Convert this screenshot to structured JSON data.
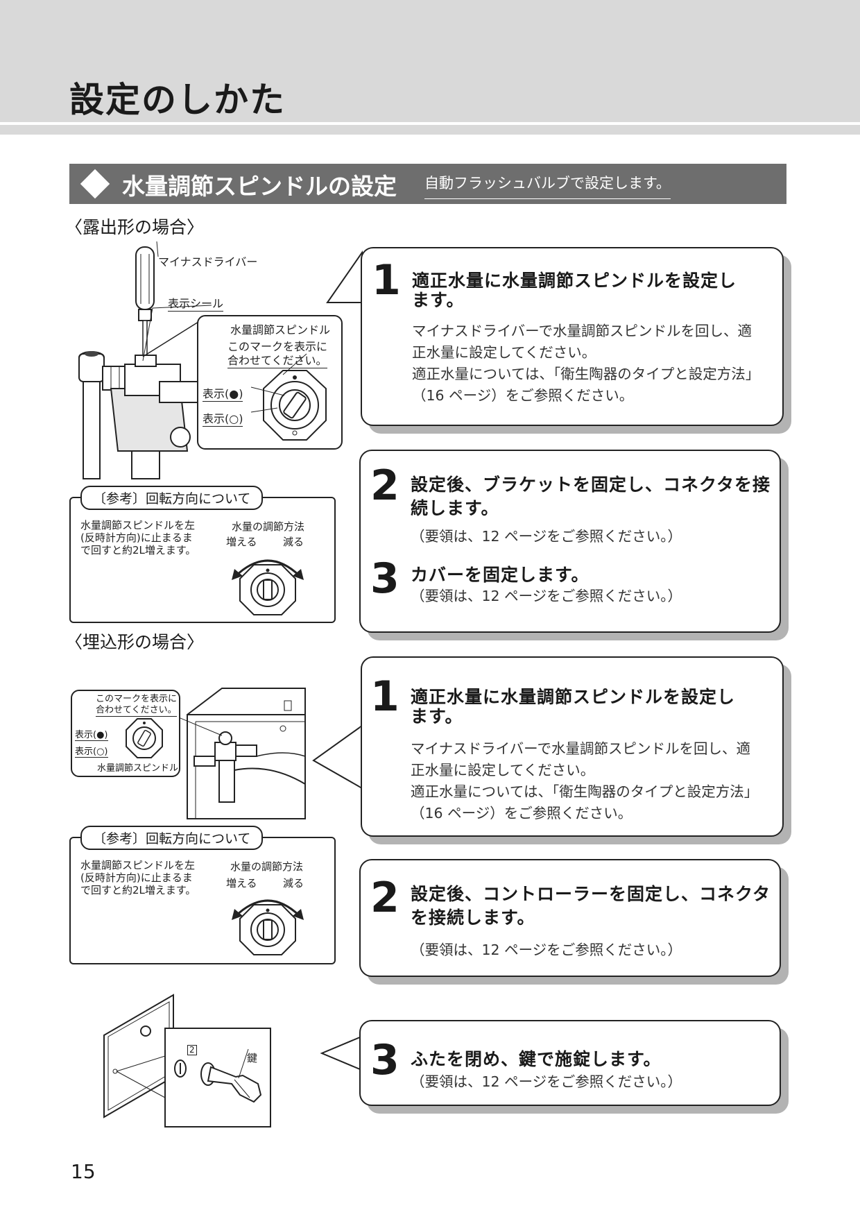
{
  "header": {
    "title": "設定のしかた"
  },
  "section": {
    "title": "水量調節スピンドルの設定",
    "note": "自動フラッシュバルブで設定します。"
  },
  "exposed": {
    "heading": "〈露出形の場合〉",
    "figure": {
      "driver": "マイナスドライバー",
      "seal": "表示シール",
      "spindle": "水量調節スピンドル",
      "mark": [
        "このマークを表示に",
        "合わせてください。"
      ],
      "show_filled": "表示(●)",
      "show_open": "表示(○)"
    },
    "ref": {
      "tab": "〔参考〕回転方向について",
      "text": [
        "水量調節スピンドルを左",
        "(反時計方向)に止まるま",
        "で回すと約2L増えます。"
      ],
      "method": "水量の調節方法",
      "increase": "増える",
      "decrease": "減る"
    },
    "step1": {
      "num": "1",
      "heading": [
        "適正水量に水量調節スピンドルを設定し",
        "ます。"
      ],
      "body": [
        "マイナスドライバーで水量調節スピンドルを回し、適",
        "正水量に設定してください。",
        "適正水量については、「衛生陶器のタイプと設定方法」",
        "（16 ページ）をご参照ください。"
      ]
    },
    "step2": {
      "num": "2",
      "heading": [
        "設定後、ブラケットを固定し、コネクタを接",
        "続します。"
      ],
      "body": "（要領は、12 ページをご参照ください。）"
    },
    "step3": {
      "num": "3",
      "heading": "カバーを固定します。",
      "body": "（要領は、12 ページをご参照ください。）"
    }
  },
  "embedded": {
    "heading": "〈埋込形の場合〉",
    "figure": {
      "mark": [
        "このマークを表示に",
        "合わせてください。"
      ],
      "show_filled": "表示(●)",
      "show_open": "表示(○)",
      "spindle": "水量調節スピンドル"
    },
    "ref": {
      "tab": "〔参考〕回転方向について",
      "text": [
        "水量調節スピンドルを左",
        "(反時計方向)に止まるま",
        "で回すと約2L増えます。"
      ],
      "method": "水量の調節方法",
      "increase": "増える",
      "decrease": "減る"
    },
    "step1": {
      "num": "1",
      "heading": [
        "適正水量に水量調節スピンドルを設定し",
        "ます。"
      ],
      "body": [
        "マイナスドライバーで水量調節スピンドルを回し、適",
        "正水量に設定してください。",
        "適正水量については、「衛生陶器のタイプと設定方法」",
        "（16 ページ）をご参照ください。"
      ]
    },
    "step2": {
      "num": "2",
      "heading": [
        "設定後、コントローラーを固定し、コネクタ",
        "を接続します。"
      ],
      "body": "（要領は、12 ページをご参照ください。）"
    },
    "step3": {
      "num": "3",
      "heading": "ふたを閉め、鍵で施錠します。",
      "body": "（要領は、12 ページをご参照ください。）"
    },
    "lock_figure": {
      "callout": "2",
      "key": "鍵"
    }
  },
  "footer": {
    "page_number": "15"
  }
}
